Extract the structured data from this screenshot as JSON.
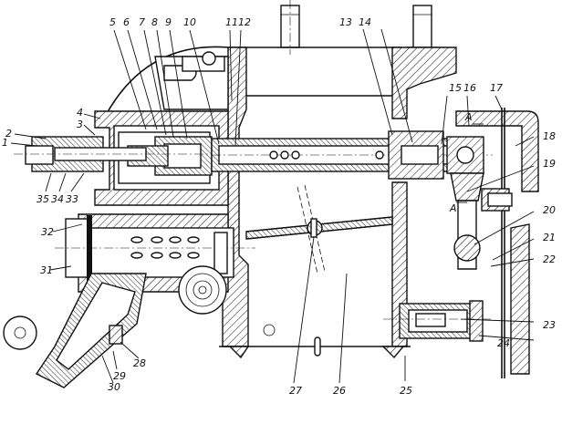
{
  "figure": {
    "type": "engineering cross-section drawing",
    "section_marks": [
      "A",
      "A"
    ],
    "callouts": [
      {
        "id": "1",
        "text": "1"
      },
      {
        "id": "2",
        "text": "2"
      },
      {
        "id": "3",
        "text": "3"
      },
      {
        "id": "4",
        "text": "4"
      },
      {
        "id": "5",
        "text": "5"
      },
      {
        "id": "6",
        "text": "6"
      },
      {
        "id": "7",
        "text": "7"
      },
      {
        "id": "8",
        "text": "8"
      },
      {
        "id": "9",
        "text": "9"
      },
      {
        "id": "10",
        "text": "10"
      },
      {
        "id": "11",
        "text": "11"
      },
      {
        "id": "12",
        "text": "12"
      },
      {
        "id": "13",
        "text": "13"
      },
      {
        "id": "14",
        "text": "14"
      },
      {
        "id": "15",
        "text": "15"
      },
      {
        "id": "16",
        "text": "16"
      },
      {
        "id": "17",
        "text": "17"
      },
      {
        "id": "18",
        "text": "18"
      },
      {
        "id": "19",
        "text": "19"
      },
      {
        "id": "20",
        "text": "20"
      },
      {
        "id": "21",
        "text": "21"
      },
      {
        "id": "22",
        "text": "22"
      },
      {
        "id": "23",
        "text": "23"
      },
      {
        "id": "24",
        "text": "24"
      },
      {
        "id": "25",
        "text": "25"
      },
      {
        "id": "26",
        "text": "26"
      },
      {
        "id": "27",
        "text": "27"
      },
      {
        "id": "28",
        "text": "28"
      },
      {
        "id": "29",
        "text": "29"
      },
      {
        "id": "30",
        "text": "30"
      },
      {
        "id": "31",
        "text": "31"
      },
      {
        "id": "32",
        "text": "32"
      },
      {
        "id": "33",
        "text": "33"
      },
      {
        "id": "34",
        "text": "34"
      },
      {
        "id": "35",
        "text": "35"
      }
    ]
  }
}
